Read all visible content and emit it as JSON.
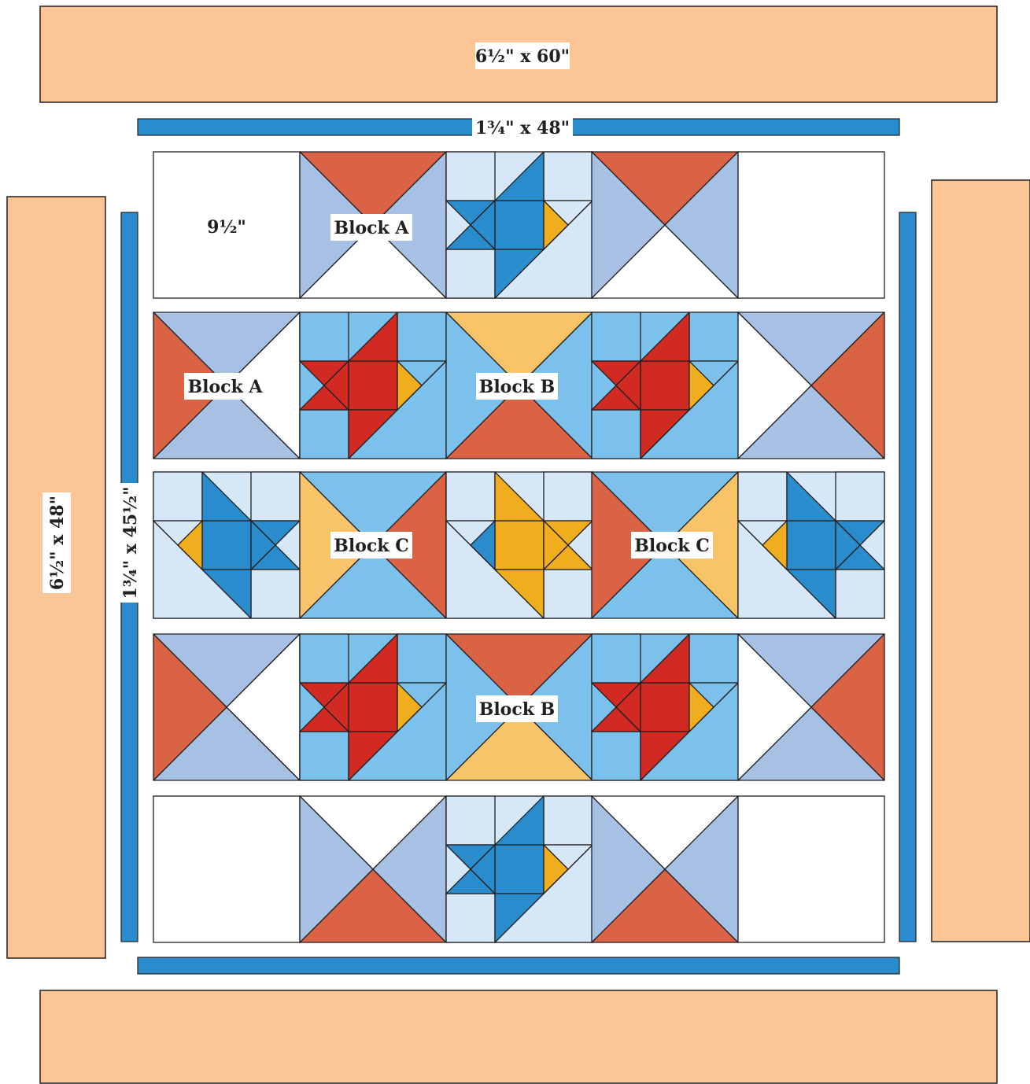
{
  "colors": {
    "outline": "#231f20",
    "peach": "#fbc596",
    "border_blue": "#2b8ccd",
    "white": "#ffffff",
    "periwinkle": "#a7c1e5",
    "terracotta": "#da6345",
    "sky": "#7cc1ec",
    "pale_blue": "#d6e8f7",
    "royal_blue": "#2b8ccd",
    "gold": "#f0ad1e",
    "light_gold": "#f8c46a",
    "red": "#d12a23"
  },
  "labels": {
    "top_border": "6½\" x 60\"",
    "top_inner_border": "1¾\" x 48\"",
    "left_border": "6½\" x 48\"",
    "left_inner_border": "1¾\" x 45½\"",
    "block_size": "9½\"",
    "block_a": "Block A",
    "block_b": "Block B",
    "block_c": "Block C"
  },
  "layout_rows": [
    [
      "Plain",
      "Block A",
      "Fish",
      "Block A",
      "Plain"
    ],
    [
      "Block A",
      "Fish",
      "Block B",
      "Fish",
      "Block A"
    ],
    [
      "Fish",
      "Block C",
      "Fish",
      "Block C",
      "Fish"
    ],
    [
      "Block A",
      "Fish",
      "Block B",
      "Fish",
      "Block A"
    ],
    [
      "Plain",
      "Block A",
      "Fish",
      "Block A",
      "Plain"
    ]
  ]
}
